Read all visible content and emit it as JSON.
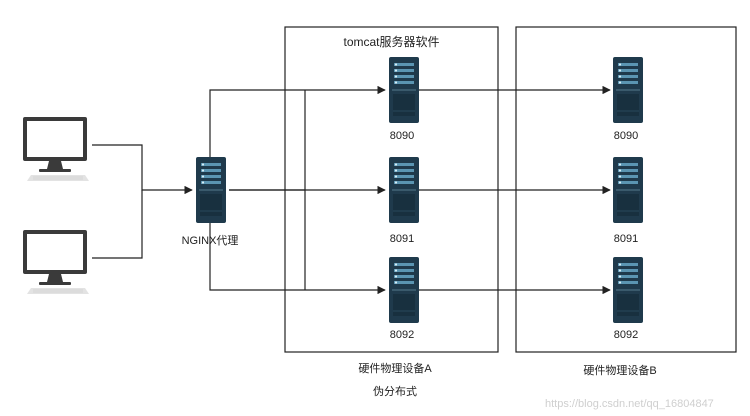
{
  "box_a": {
    "title": "tomcat服务器软件",
    "caption": "硬件物理设备A",
    "sub_caption": "伪分布式"
  },
  "box_b": {
    "caption": "硬件物理设备B"
  },
  "proxy": {
    "label": "NGINX代理"
  },
  "servers_a": [
    {
      "port": "8090"
    },
    {
      "port": "8091"
    },
    {
      "port": "8092"
    }
  ],
  "servers_b": [
    {
      "port": "8090"
    },
    {
      "port": "8091"
    },
    {
      "port": "8092"
    }
  ],
  "clients": [
    {
      "kind": "monitor-icon"
    },
    {
      "kind": "monitor-icon"
    }
  ],
  "watermark": "https://blog.csdn.net/qq_16804847",
  "colors": {
    "line": "#222222",
    "server_body": "#1f3a4c",
    "server_slot": "#5b95b2",
    "monitor_frame": "#3a3a3a",
    "monitor_screen": "#ffffff",
    "keyboard": "#e3e3e3"
  }
}
